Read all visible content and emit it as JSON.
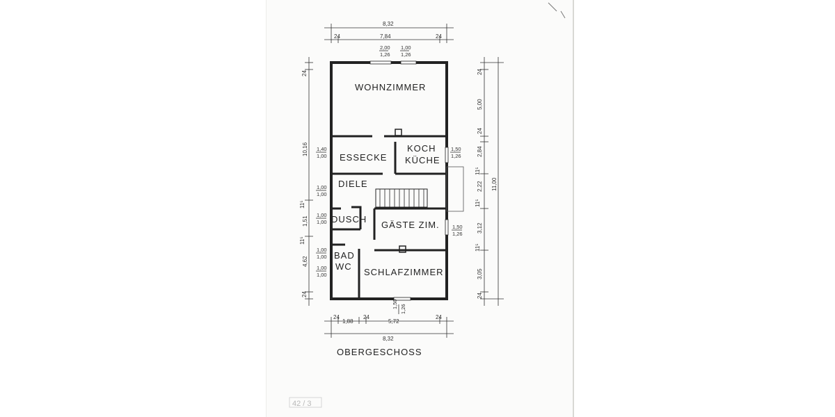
{
  "plan": {
    "title": "OBERGESCHOSS",
    "rooms": {
      "wohnzimmer": "WOHNZIMMER",
      "essecke": "ESSECKE",
      "koch": "KOCH",
      "kueche": "KÜCHE",
      "diele": "DIELE",
      "dusch": "DUSCH",
      "gaeste": "GÄSTE ZIM.",
      "bad": "BAD",
      "wc": "WC",
      "schlaf": "SCHLAFZIMMER"
    },
    "dims_top": {
      "total": "8,32",
      "left": "24",
      "middle": "7,84",
      "right": "24",
      "win1_num": "2,00",
      "win1_den": "1,26",
      "win2_num": "1,00",
      "win2_den": "1,26"
    },
    "dims_bottom": {
      "d1": "24",
      "d2": "1,88",
      "d3": "24",
      "d4": "5,72",
      "d5": "24",
      "total": "8,32",
      "win_num": "1,50",
      "win_den": "1,26"
    },
    "dims_left": {
      "top": "24",
      "upper": "10,16",
      "s1": "11⁵",
      "s2": "1,51",
      "s3": "11⁵",
      "lower": "4,62",
      "bottom": "24"
    },
    "dims_right": {
      "total": "11,00",
      "d1": "24",
      "d2": "5,00",
      "d3": "24",
      "d4": "2,84",
      "d5": "11⁵",
      "d6": "2,22",
      "d7": "11⁵",
      "d8": "3,12",
      "d9": "11⁵",
      "d10": "3,05",
      "d11": "24"
    },
    "openings_left": [
      {
        "num": "1,40",
        "den": "1,00"
      },
      {
        "num": "1,00",
        "den": "1,00"
      },
      {
        "num": "1,00",
        "den": "1,00"
      },
      {
        "num": "1,00",
        "den": "1,00"
      },
      {
        "num": "1,00",
        "den": "1,00"
      }
    ],
    "openings_right": [
      {
        "num": "1,50",
        "den": "1,26"
      },
      {
        "num": "1,50",
        "den": "1,26"
      }
    ],
    "pencil_note": "42 / 3"
  }
}
